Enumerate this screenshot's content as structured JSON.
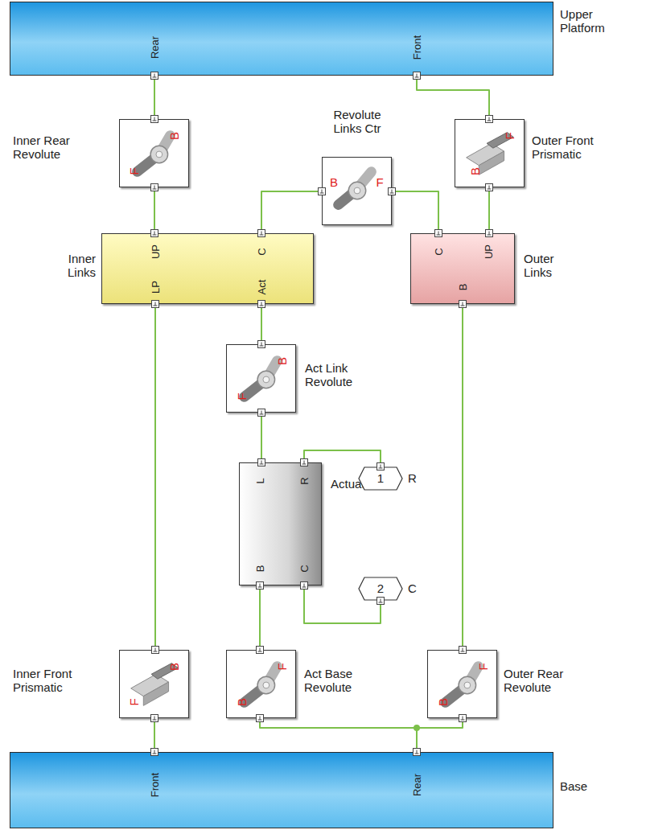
{
  "diagram": {
    "nodes": [
      {
        "text": [
          "Upper Platform",
          "Rear",
          "Front"
        ]
      },
      {
        "text": [
          "Inner Rear Revolute",
          "B",
          "F"
        ]
      },
      {
        "text": [
          "Revolute Links Ctr",
          "B",
          "F"
        ]
      },
      {
        "text": [
          "Outer Front Prismatic",
          "F",
          "B"
        ]
      },
      {
        "text": [
          "Inner Links",
          "UP",
          "C",
          "LP",
          "Act"
        ]
      },
      {
        "text": [
          "Outer Links",
          "C",
          "UP",
          "B"
        ]
      },
      {
        "text": [
          "Act Link Revolute",
          "B",
          "F"
        ]
      },
      {
        "text": [
          "Actuator",
          "L",
          "R",
          "B",
          "C"
        ]
      },
      {
        "text": [
          "1",
          "R"
        ]
      },
      {
        "text": [
          "2",
          "C"
        ]
      },
      {
        "text": [
          "Inner Front Prismatic",
          "B",
          "F"
        ]
      },
      {
        "text": [
          "Act Base Revolute",
          "F",
          "B"
        ]
      },
      {
        "text": [
          "Outer Rear Revolute",
          "F",
          "B"
        ]
      },
      {
        "text": [
          "Base",
          "Front",
          "Rear"
        ]
      }
    ],
    "edges": [
      {
        "from": 0,
        "to": 1,
        "arrow": "none"
      },
      {
        "from": 0,
        "to": 3,
        "arrow": "none"
      },
      {
        "from": 1,
        "to": 4,
        "arrow": "none"
      },
      {
        "from": 4,
        "to": 2,
        "arrow": "none"
      },
      {
        "from": 2,
        "to": 5,
        "arrow": "none"
      },
      {
        "from": 3,
        "to": 5,
        "arrow": "none"
      },
      {
        "from": 4,
        "to": 6,
        "arrow": "none"
      },
      {
        "from": 6,
        "to": 7,
        "arrow": "none"
      },
      {
        "from": 7,
        "to": 8,
        "arrow": "none"
      },
      {
        "from": 7,
        "to": 9,
        "arrow": "none"
      },
      {
        "from": 4,
        "to": 10,
        "arrow": "none"
      },
      {
        "from": 7,
        "to": 11,
        "arrow": "none"
      },
      {
        "from": 5,
        "to": 12,
        "arrow": "none"
      },
      {
        "from": 10,
        "to": 13,
        "arrow": "none"
      },
      {
        "from": 11,
        "to": 13,
        "arrow": "none"
      },
      {
        "from": 12,
        "to": 13,
        "arrow": "none"
      }
    ]
  }
}
